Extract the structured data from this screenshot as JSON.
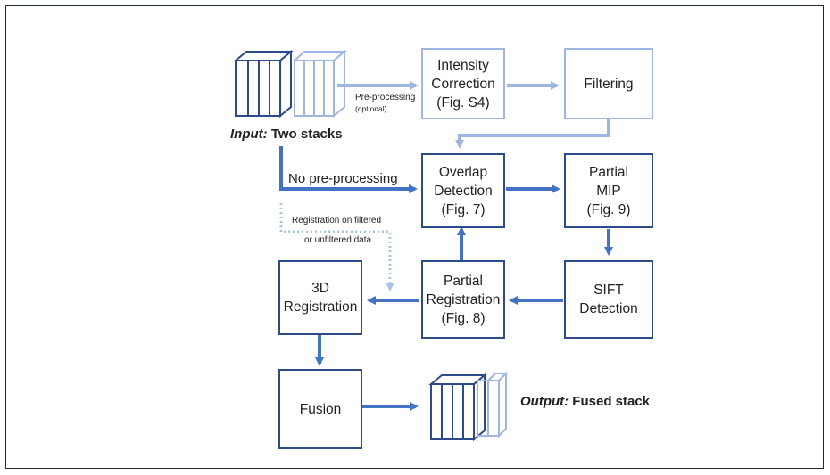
{
  "boxes": {
    "intensity": "Intensity\nCorrection\n(Fig. S4)",
    "filtering": "Filtering",
    "overlap": "Overlap\nDetection\n(Fig. 7)",
    "partial_mip": "Partial\nMIP\n(Fig. 9)",
    "sift": "SIFT\nDetection",
    "partial_reg": "Partial\nRegistration\n(Fig. 8)",
    "reg3d": "3D\nRegistration",
    "fusion": "Fusion"
  },
  "labels": {
    "preprocessing": "Pre-processing",
    "optional": "(optional)",
    "no_preprocessing": "No pre-processing",
    "registration_line1": "Registration on filtered",
    "registration_line2": "or unfiltered data",
    "input_prefix": "Input:",
    "input_text": " Two stacks",
    "output_prefix": "Output:",
    "output_text": " Fused stack"
  },
  "colors": {
    "dark": "#4472c4",
    "dark_border": "#2d4a8a",
    "light": "#9fb6e3",
    "dotted": "#a9c4e6"
  }
}
